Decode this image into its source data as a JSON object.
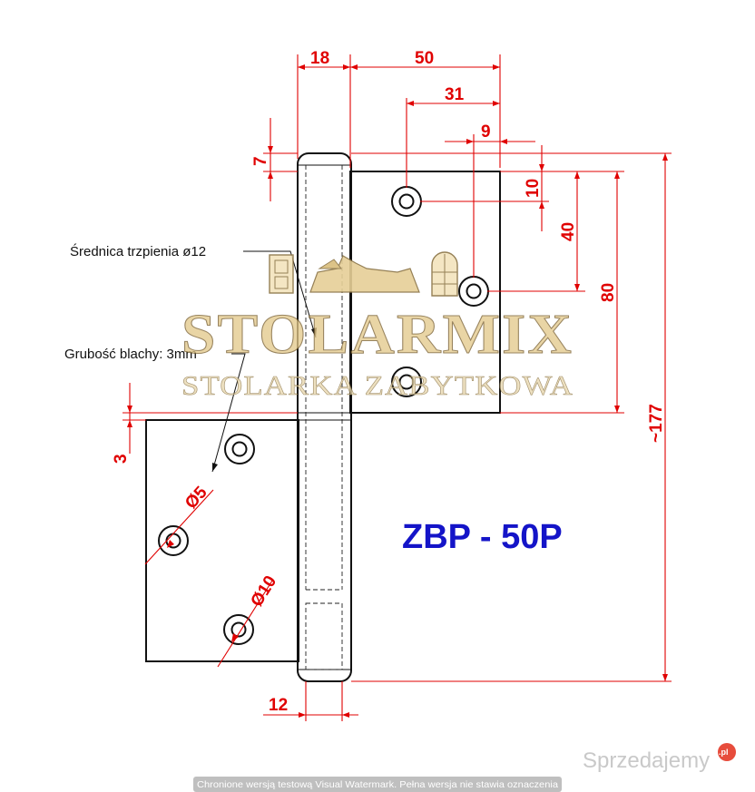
{
  "model": "ZBP - 50P",
  "notes": {
    "pin_diameter": "Średnica trzpienia ø12",
    "sheet_thickness": "Grubość blachy: 3mm"
  },
  "dimensions": {
    "barrel_width": "18",
    "leaf_width": "50",
    "hole_offset_31": "31",
    "hole_offset_9": "9",
    "top_offset": "7",
    "hole_top_10": "10",
    "hole_spacing_40": "40",
    "leaf_height_80": "80",
    "total_height": "~177",
    "gap_3": "3",
    "hole_dia_5": "Ø5",
    "countersink_10": "Ø10",
    "pin_12": "12"
  },
  "watermark": {
    "brand": "STOLARMIX",
    "tagline": "STOLARKA ZABYTKOWA"
  },
  "site": {
    "brand": "Sprzedajemy",
    "badge": ".pl"
  },
  "footer": {
    "notice": "Chronione wersją testową Visual Watermark. Pełna wersja nie stawia oznaczenia"
  },
  "colors": {
    "dimension": "#e00000",
    "outline": "#111111",
    "model_label": "#1414c8",
    "watermark_gold": "#e3c88a"
  }
}
